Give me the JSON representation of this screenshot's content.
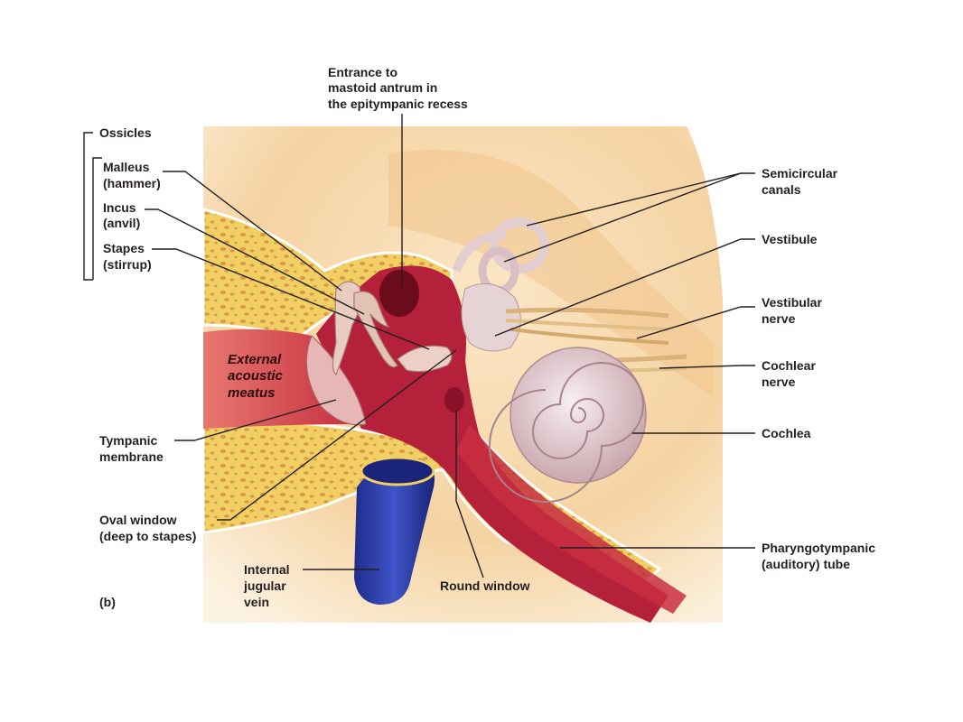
{
  "labels": {
    "entrance": [
      "Entrance to",
      "mastoid antrum in",
      "the epitympanic recess"
    ],
    "ossicles": "Ossicles",
    "malleus": [
      "Malleus",
      "(hammer)"
    ],
    "incus": [
      "Incus",
      "(anvil)"
    ],
    "stapes": [
      "Stapes",
      "(stirrup)"
    ],
    "external": [
      "External",
      "acoustic",
      "meatus"
    ],
    "tympanic": [
      "Tympanic",
      "membrane"
    ],
    "oval": [
      "Oval window",
      "(deep to stapes)"
    ],
    "jugular": [
      "Internal",
      "jugular",
      "vein"
    ],
    "round": "Round window",
    "panel": "(b)",
    "semicircular": [
      "Semicircular",
      "canals"
    ],
    "vestibule": "Vestibule",
    "vestibular_nerve": [
      "Vestibular",
      "nerve"
    ],
    "cochlear_nerve": [
      "Cochlear",
      "nerve"
    ],
    "cochlea": "Cochlea",
    "pharyngo": [
      "Pharyngotympanic",
      "(auditory) tube"
    ]
  },
  "colors": {
    "background_tissue": "#f6d9a8",
    "bone": "#f1d067",
    "bone_pores": "#d79a4a",
    "cavity": "#b5203a",
    "canal": "#d9454d",
    "vein": "#2e3fa6",
    "inner_ear": "#e6d3d6"
  }
}
